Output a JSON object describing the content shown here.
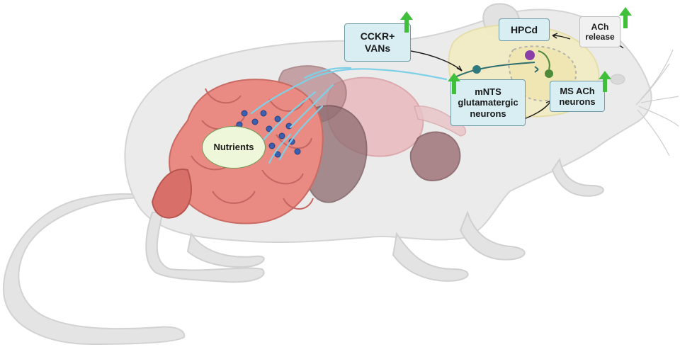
{
  "labels": {
    "nutrients": "Nutrients",
    "cckr_vans_line1": "CCKR+",
    "cckr_vans_line2": "VANs",
    "mnts_line1": "mNTS",
    "mnts_line2": "glutamatergic",
    "mnts_line3": "neurons",
    "hpcd": "HPCd",
    "ach_release_line1": "ACh",
    "ach_release_line2": "release",
    "ms_ach_line1": "MS ACh",
    "ms_ach_line2": "neurons"
  },
  "up_arrows": [
    "cckr-vans",
    "mnts-neurons",
    "ms-ach-neurons",
    "ach-release"
  ],
  "colors": {
    "increase_arrow": "#3fbf3a",
    "label_box_fill": "#d8eef3",
    "label_box_border": "#6f9aa6",
    "intestine": "#e98a83",
    "vagal_fibers": "#7fd0e6",
    "nutrient_dots": "#3d5fb0",
    "brain": "#f3edc2",
    "mouse_body": "#e7e7e7"
  }
}
